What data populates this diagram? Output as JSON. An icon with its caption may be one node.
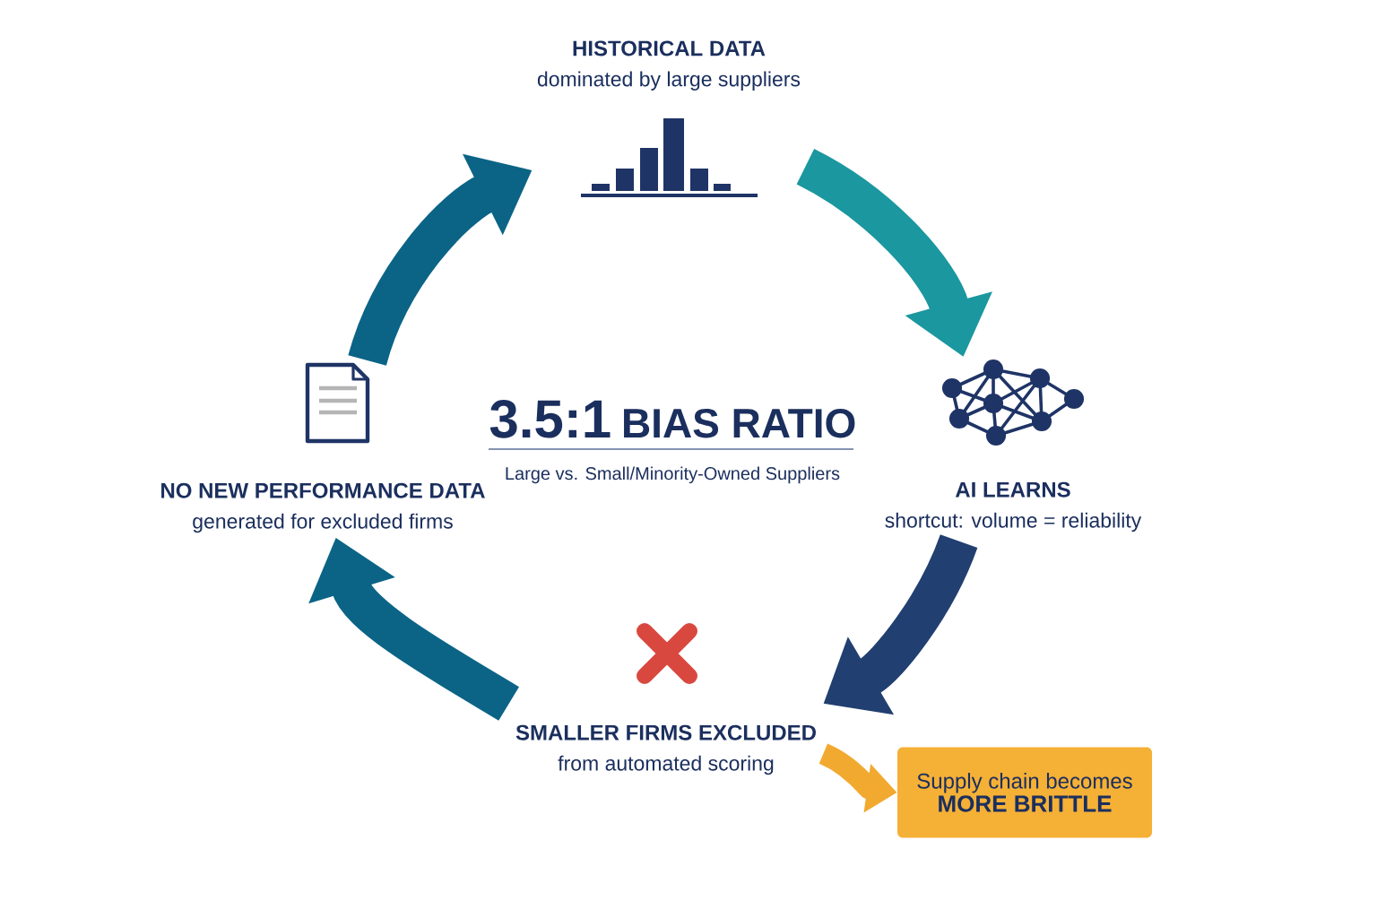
{
  "diagram": {
    "nodes": [
      {
        "text": [
          "HISTORICAL DATA",
          "dominated by large suppliers"
        ]
      },
      {
        "text": [
          "AI LEARNS",
          "shortcut: volume = reliability"
        ]
      },
      {
        "text": [
          "SMALLER FIRMS EXCLUDED",
          "from automated scoring"
        ]
      },
      {
        "text": [
          "NO NEW PERFORMANCE DATA",
          "generated for excluded firms"
        ]
      },
      {
        "text": [
          "Supply chain becomes",
          "MORE BRITTLE"
        ]
      }
    ],
    "edges": [
      {
        "from": 0,
        "to": 1,
        "arrow": "to",
        "color": "#1b97a0"
      },
      {
        "from": 1,
        "to": 2,
        "arrow": "to",
        "color": "#213f70"
      },
      {
        "from": 2,
        "to": 3,
        "arrow": "to"
      },
      {
        "from": 3,
        "to": 0,
        "arrow": "to"
      },
      {
        "from": 2,
        "to": 4,
        "arrow": "to",
        "color": "#f2a92f"
      }
    ],
    "labels": [
      "3.5:1",
      "BIAS RATIO",
      "Large vs. Small/Minority-Owned Suppliers"
    ]
  }
}
